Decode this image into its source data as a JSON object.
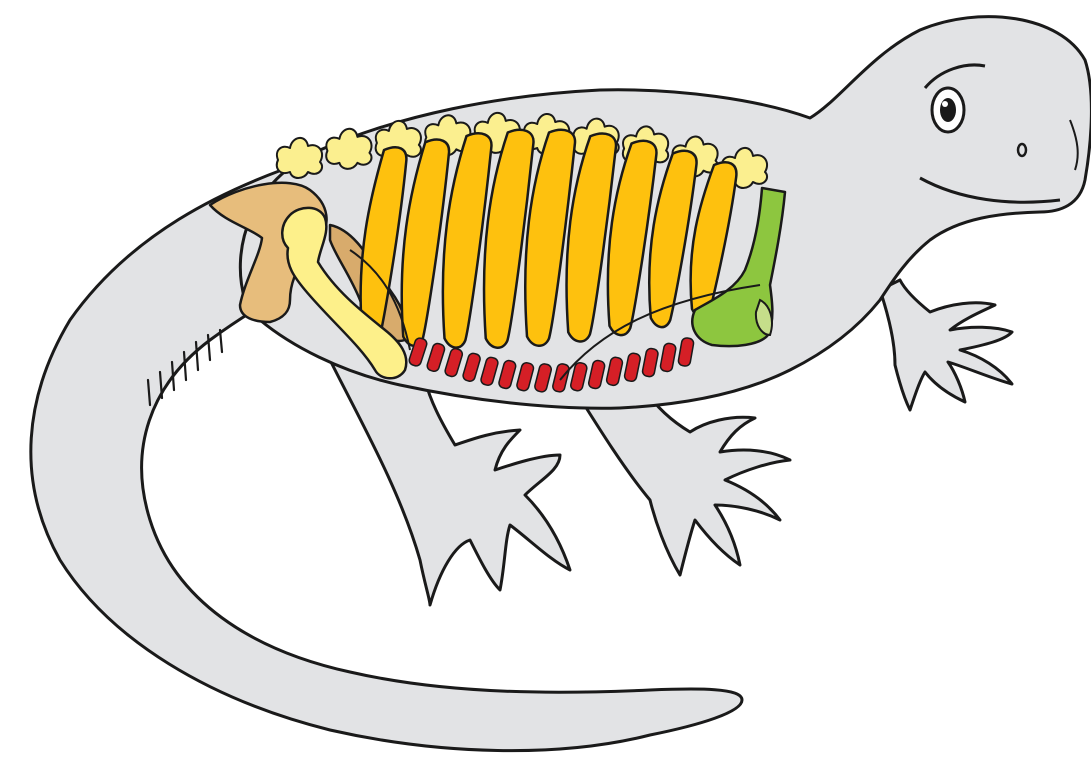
{
  "figure": {
    "subject": "reptile-skeleton-cutaway",
    "labels": []
  },
  "colors": {
    "background": "#ffffff",
    "body": "#e2e3e5",
    "outline": "#1a1a1a",
    "vertebrae": "#fbef8f",
    "ribs": "#fec10e",
    "ilium": "#e7bd7c",
    "pelvis_inner": "#d8ab6c",
    "femur": "#fdf08a",
    "gastralia": "#d51f26",
    "scapula": "#8dc63f",
    "scapula_light": "#c5de8a"
  },
  "counts": {
    "vertebrae": 10,
    "ribs": 9,
    "gastralia": 16
  }
}
